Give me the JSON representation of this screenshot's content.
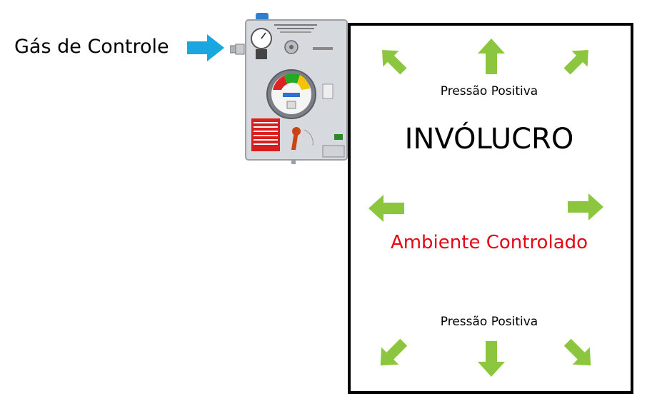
{
  "control_gas_label": "Gás de Controle",
  "enclosure": {
    "title": "INVÓLUCRO",
    "pressure_top": "Pressão Positiva",
    "pressure_bottom": "Pressão Positiva",
    "environment": "Ambiente Controlado"
  },
  "colors": {
    "arrow_green": "#8cc63f",
    "arrow_blue": "#1aa7e0",
    "environment_text": "#e30613",
    "panel_gray": "#d6d9de"
  },
  "icons": {
    "input_arrow": "arrow-right-icon",
    "pressure_arrows": [
      "arrow-up-left-icon",
      "arrow-up-icon",
      "arrow-up-right-icon",
      "arrow-left-icon",
      "arrow-right-icon",
      "arrow-down-left-icon",
      "arrow-down-icon",
      "arrow-down-right-icon"
    ],
    "device": "pressurization-panel-icon"
  }
}
